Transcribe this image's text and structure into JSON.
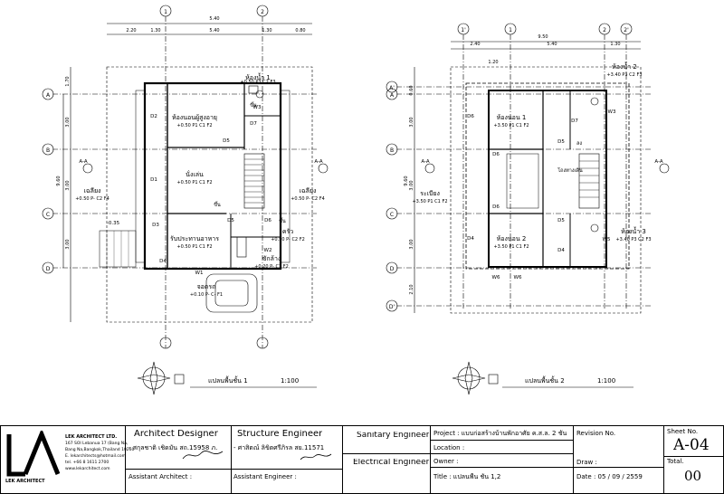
{
  "plans": [
    {
      "caption": "แปลนพื้นชั้น 1",
      "scale": "1:100",
      "grid_cols": [
        "1",
        "2"
      ],
      "grid_rows": [
        "A",
        "B",
        "C",
        "D"
      ],
      "dims_top": [
        "5.40",
        "2.20",
        "1.30",
        "5.40",
        "1.30",
        "0.80"
      ],
      "dims_left": [
        "1.70",
        "3.00",
        "3.00",
        "3.00",
        "9.60"
      ],
      "rooms": [
        {
          "name": "ห้องน้ำ 1",
          "tag": "+0.50   P3 C2 F3"
        },
        {
          "name": "ห้องนอนผู้สูงอายุ",
          "tag": "+0.50   P1 C1 F2"
        },
        {
          "name": "นั่งเล่น",
          "tag": "+0.50   P1 C1 F2"
        },
        {
          "name": "รับประทานอาหาร",
          "tag": "+0.50   P1 C1 F2"
        },
        {
          "name": "ครัว",
          "tag": "+0.50   P- C2 F2"
        },
        {
          "name": "ซักล้าง",
          "tag": "+0.20   P- C1 F2"
        },
        {
          "name": "เฉลียง",
          "tag": "+0.50   P- C2 F4"
        },
        {
          "name": "เฉลียง",
          "tag": "+0.50   P- C2 F4"
        },
        {
          "name": "จอดรถ",
          "tag": "+0.10   P- C- F1"
        }
      ],
      "labels": [
        "D2",
        "D7",
        "W3",
        "D5",
        "D1",
        "D3",
        "D5",
        "D6",
        "W2",
        "W1",
        "D4",
        "ขึ้น",
        "ขึ้น",
        "ขึ้น",
        "-0.35",
        "A-A",
        "A-A"
      ]
    },
    {
      "caption": "แปลนพื้นชั้น 2",
      "scale": "1:100",
      "grid_cols": [
        "1'",
        "1",
        "2",
        "2'"
      ],
      "grid_rows": [
        "A'",
        "A",
        "B",
        "C",
        "D",
        "D'"
      ],
      "dims_top": [
        "9.50",
        "2.40",
        "5.40",
        "1.30",
        "1.20"
      ],
      "dims_left": [
        "0.60",
        "3.00",
        "3.00",
        "3.00",
        "9.60",
        "2.10"
      ],
      "rooms": [
        {
          "name": "ห้องน้ำ 2",
          "tag": "+3.40   P3 C2 F3"
        },
        {
          "name": "ห้องนอน 1",
          "tag": "+3.50   P1 C1 F2"
        },
        {
          "name": "ระเบียง",
          "tag": "+3.50   P1 C1 F2"
        },
        {
          "name": "ห้องนอน 2",
          "tag": "+3.50   P1 C1 F2"
        },
        {
          "name": "ห้องน้ำ 3",
          "tag": "+3.40   P3 C2 F3"
        }
      ],
      "labels": [
        "D6",
        "D7",
        "W3",
        "D5",
        "D4",
        "D6",
        "D6",
        "D5",
        "D4",
        "W5",
        "W6",
        "W6",
        "ลง",
        "โถงทางเดิน",
        "A-A",
        "A-A"
      ]
    }
  ],
  "title_block": {
    "company_name": "LEK ARCHITECT LTD.",
    "company_address": [
      "167 SOI Lebanua 17 (Bang Na,",
      "Bang Na,Bangkok,Thailand 10260",
      "E. lekarchitects@hotmail.com",
      "tel. +66 8 1611 2700",
      "www.lekarchitect.com"
    ],
    "logo_text": "LEK ARCHITECT",
    "architect_header": "Architect Designer",
    "architect_name": "- สกุลชาติ  เชิดมั่น  สถ.15958 ภ.",
    "assistant_architect": "Assistant Architect :",
    "structure_header": "Structure Engineer",
    "structure_name": "- ศาสิตณ์  ลิขิตศรีภิรล  สย.11571",
    "assistant_engineer": "Assistant Engineer :",
    "sanitary_header": "Sanitary Engineer",
    "electrical_header": "Electrical Engineer",
    "project": "Project :  แบบก่อสร้างบ้านพักอาศัย ค.ส.ล. 2 ชั้น",
    "location": "Location :",
    "owner": "Owner :",
    "title": "Title :  แปลนพื้น ชั้น 1,2",
    "revision": "Revision No.",
    "draw": "Draw :",
    "date": "Date : 05 / 09 / 2559",
    "sheet_label": "Sheet No.",
    "sheet_no": "A-04",
    "total_label": "Total.",
    "total_no": "00"
  }
}
